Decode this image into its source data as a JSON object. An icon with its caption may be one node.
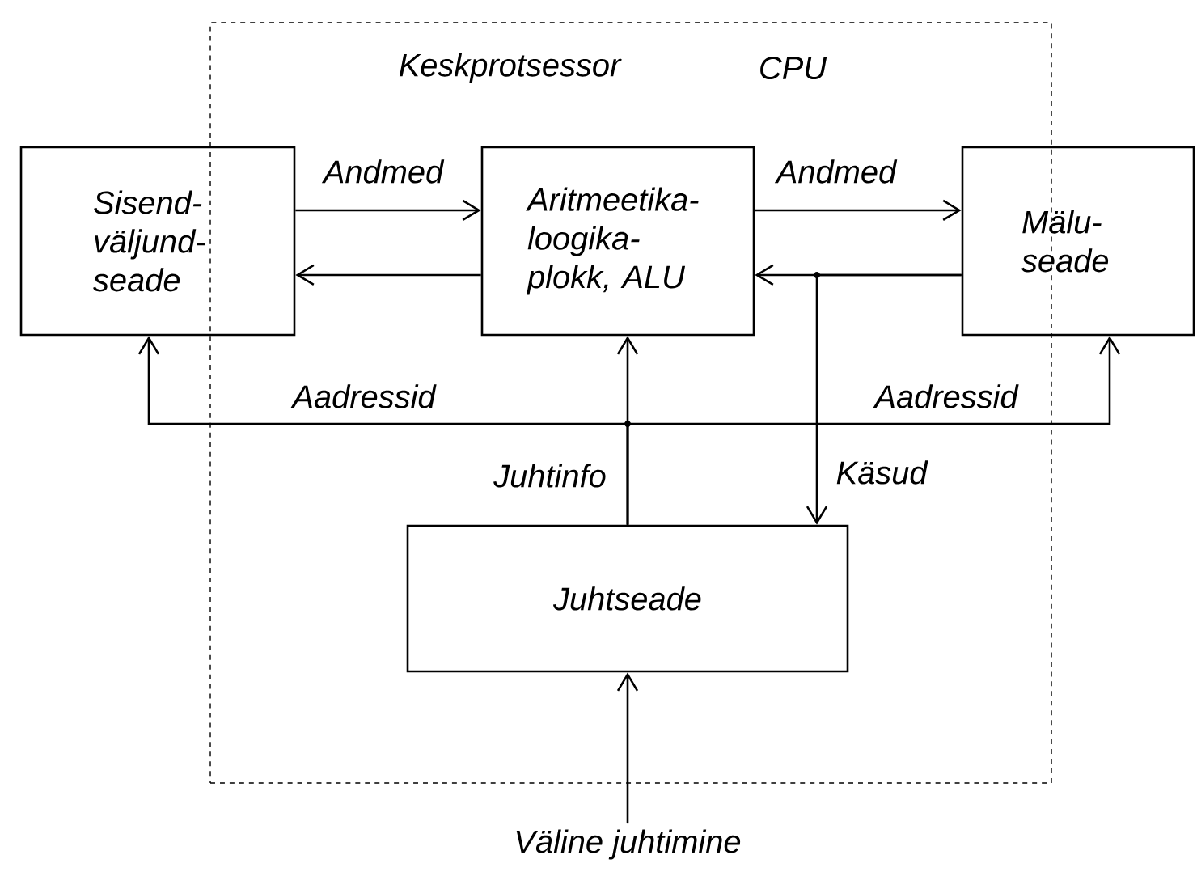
{
  "diagram": {
    "nodes": [
      {
        "text": [
          "Keskprotsessor",
          "CPU"
        ]
      },
      {
        "text": [
          "Sisend- väljund- seade"
        ]
      },
      {
        "text": [
          "Aritmeetika- loogika- plokk, ALU"
        ],
        "in": 0
      },
      {
        "text": [
          "Mälu- seade"
        ]
      },
      {
        "text": [
          "Juhtseade"
        ],
        "in": 0
      },
      {
        "text": [
          "Väline juhtimine"
        ]
      }
    ],
    "edges": [
      {
        "from": 1,
        "to": 2,
        "arrow": "to",
        "label": "Andmed"
      },
      {
        "from": 2,
        "to": 1,
        "arrow": "to"
      },
      {
        "from": 2,
        "to": 3,
        "arrow": "to",
        "label": "Andmed"
      },
      {
        "from": 3,
        "to": 2,
        "arrow": "to"
      },
      {
        "from": 3,
        "to": 4,
        "arrow": "to",
        "label": "Käsud"
      },
      {
        "from": 4,
        "to": 2,
        "arrow": "to",
        "label": "Juhtinfo"
      },
      {
        "from": 4,
        "to": 1,
        "arrow": "to",
        "label": "Aadressid"
      },
      {
        "from": 4,
        "to": 3,
        "arrow": "to",
        "label": "Aadressid"
      },
      {
        "from": 5,
        "to": 4,
        "arrow": "to"
      }
    ]
  }
}
